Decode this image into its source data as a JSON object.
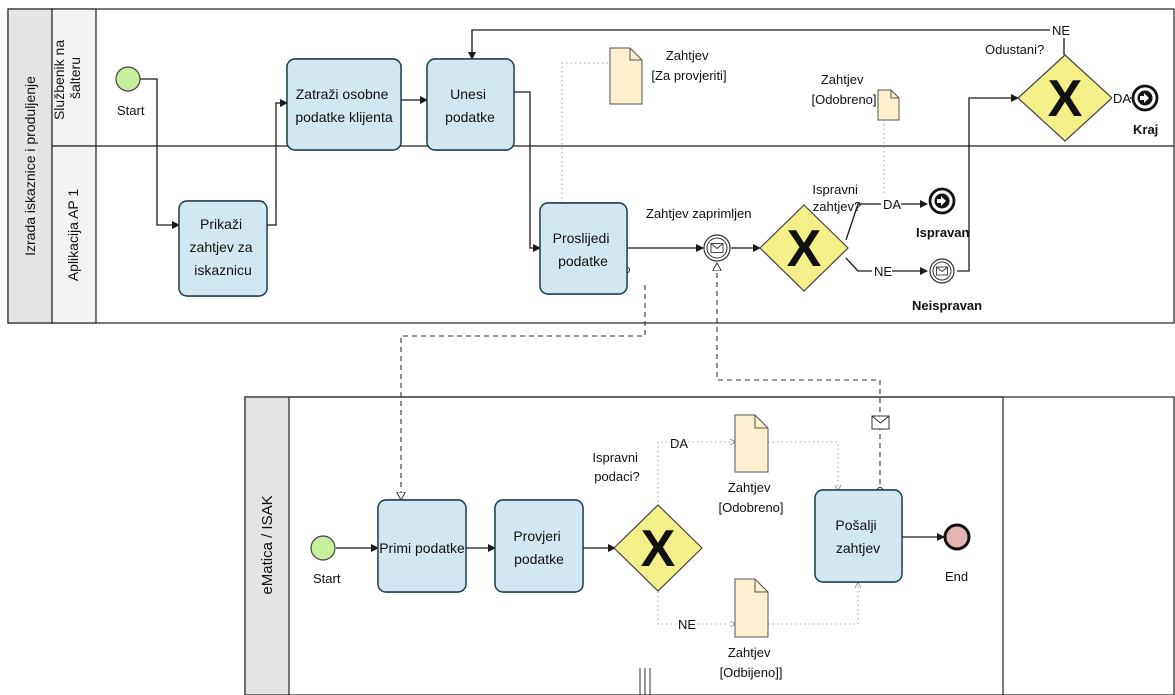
{
  "pool_top": {
    "title": "Izrada iskaznice i produljenje",
    "lanes": [
      {
        "label": "Službenik na\nšalteru"
      },
      {
        "label": "Aplikacija AP 1"
      }
    ]
  },
  "pool_bottom": {
    "title": "eMatica / ISAK"
  },
  "tasks": {
    "prikazi": "Prikaži\nzahtjev za\niskaznicu",
    "zatrazi": "Zatraži osobne\npodatke klijenta",
    "unesi": "Unesi\npodatke",
    "proslijedi": "Proslijedi\npodatke",
    "primi": "Primi podatke",
    "provjeri": "Provjeri\npodatke",
    "posalji": "Pošalji\nzahtjev"
  },
  "events": {
    "start_top": "Start",
    "start_bottom": "Start",
    "kraj": "Kraj",
    "ispravan": "Ispravan",
    "neispravan": "Neispravan",
    "end": "End",
    "zaprimljen": "Zahtjev zaprimljen"
  },
  "gateways": {
    "odustani": "Odustani?",
    "ispravni_zahtjev": "Ispravni\nzahtjev?",
    "ispravni_podaci": "Ispravni\npodaci?",
    "symbol": "X"
  },
  "flow_labels": {
    "ne_top": "NE",
    "da_kraj": "DA",
    "da_ispravan": "DA",
    "ne_neispravan": "NE",
    "da_bottom": "DA",
    "ne_bottom": "NE"
  },
  "documents": {
    "provjeriti": "Zahtjev\n[Za provjeriti]",
    "odobreno_top": "Zahtjev\n[Odobreno]",
    "odobreno_bottom": "Zahtjev\n[Odobreno]",
    "odbijeno": "Zahtjev\n[Odbijeno]]"
  },
  "colors": {
    "task_fill": "#d3e7f1",
    "gateway_fill": "#f3f08a",
    "start_fill": "#c8ef9c",
    "end_fill": "#e6b3b3",
    "document_fill": "#fbefcd"
  }
}
